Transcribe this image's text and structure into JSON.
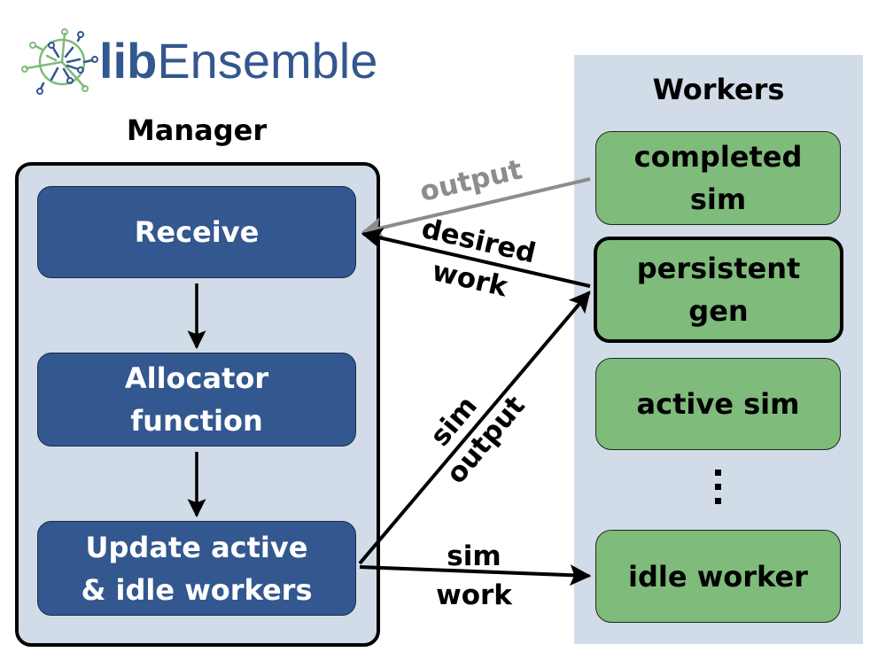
{
  "logo": {
    "text_bold": "lib",
    "text_regular": "Ensemble",
    "colors": {
      "blue": "#33578f",
      "green": "#7fbb7b"
    }
  },
  "manager": {
    "title": "Manager",
    "steps": [
      {
        "line1": "Receive",
        "line2": ""
      },
      {
        "line1": "Allocator",
        "line2": "function"
      },
      {
        "line1": "Update active",
        "line2": "& idle workers"
      }
    ]
  },
  "workers": {
    "title": "Workers",
    "items": [
      {
        "line1": "completed",
        "line2": "sim"
      },
      {
        "line1": "persistent",
        "line2": "gen"
      },
      {
        "line1": "active sim",
        "line2": ""
      },
      {
        "line1": "idle worker",
        "line2": ""
      }
    ],
    "ellipsis": "⋮"
  },
  "edges": {
    "output": "output",
    "desired_work_1": "desired",
    "desired_work_2": "work",
    "sim_output_1": "sim",
    "sim_output_2": "output",
    "sim_work_1": "sim",
    "sim_work_2": "work"
  },
  "colors": {
    "panel_bg": "#d1dce8",
    "manager_box": "#33578f",
    "worker_box": "#7fbb7b",
    "gray_arrow": "#8c8c8c"
  }
}
